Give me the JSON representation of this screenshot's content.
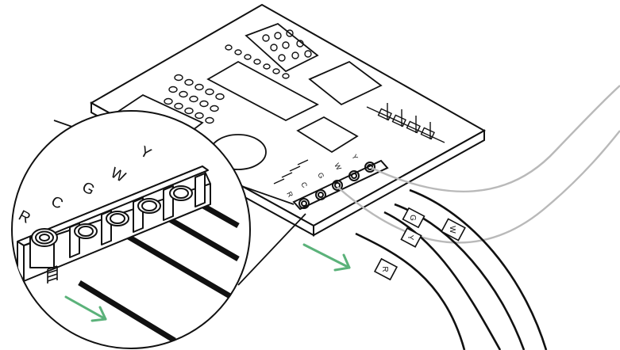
{
  "board_terminal_labels": [
    "R",
    "C",
    "G",
    "W",
    "Y"
  ],
  "zoom_terminal_labels": [
    "R",
    "C",
    "G",
    "W",
    "Y"
  ],
  "wire_tags": [
    "R",
    "Y",
    "G",
    "W"
  ],
  "colors": {
    "stroke": "#111111",
    "arrow": "#5bb27a",
    "gray_wire": "#b9b9b9",
    "background": "#ffffff"
  }
}
